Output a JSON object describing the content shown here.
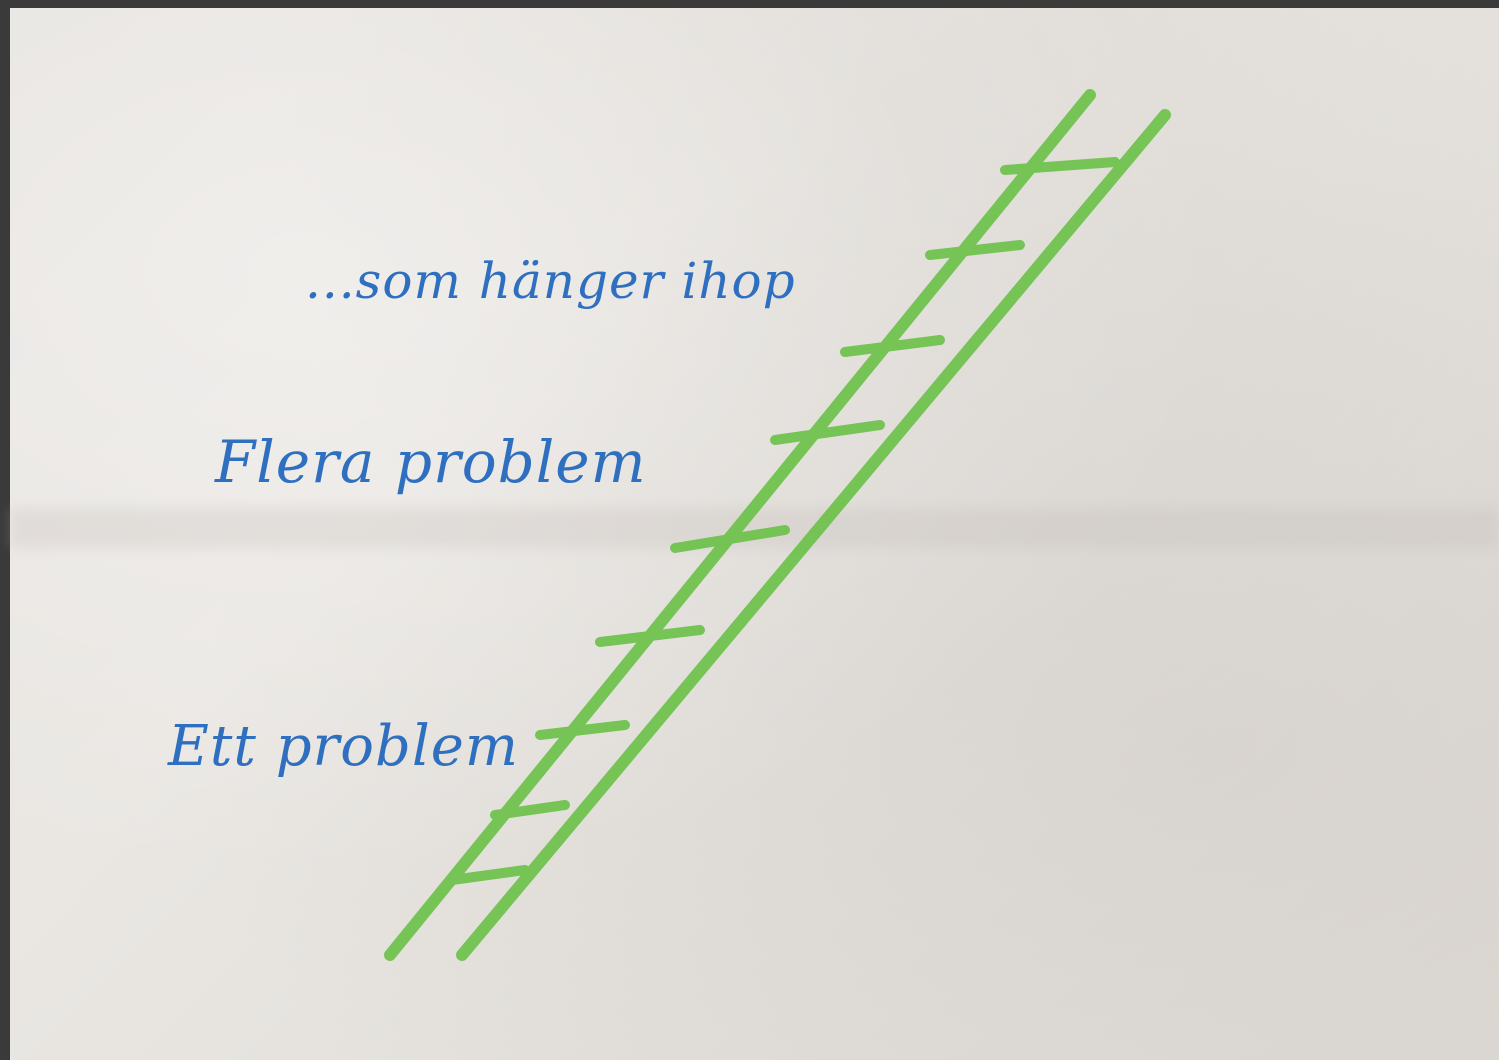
{
  "labels": {
    "top": "...som hänger ihop",
    "middle": "Flera problem",
    "bottom": "Ett problem"
  },
  "colors": {
    "ink": "#2f6fc0",
    "ladder": "#6cc24a",
    "paper": "#e6e3df",
    "frame": "#3a3a3a"
  }
}
